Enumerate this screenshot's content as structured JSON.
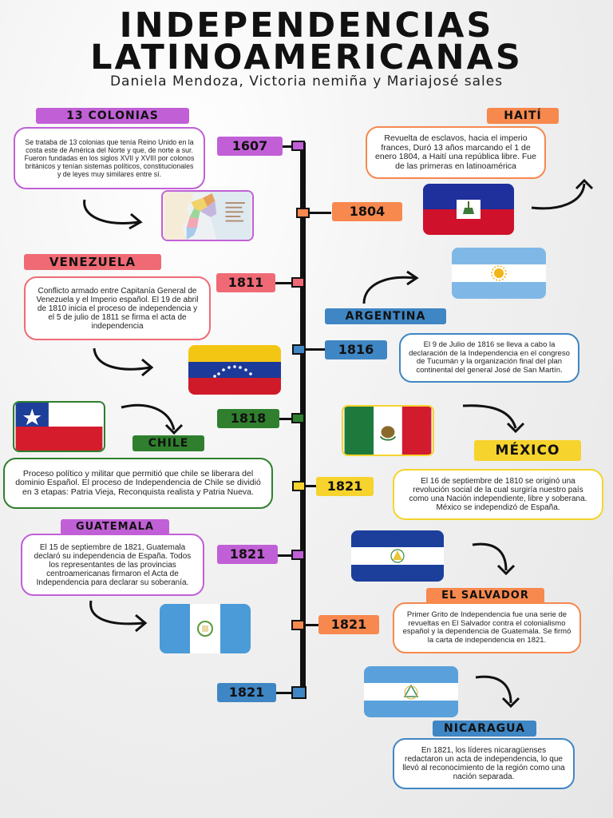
{
  "header": {
    "title_line1": "INDEPENDENCIAS",
    "title_line2": "LATINOAMERICANAS",
    "subtitle": "Daniela  Mendoza, Victoria nemiña y Mariajosé sales"
  },
  "colors": {
    "purple": "#c160d6",
    "orange": "#f7884e",
    "red": "#f06a75",
    "blue": "#3f86c4",
    "green": "#2f7f2e",
    "yellow": "#f6d32d"
  },
  "events": [
    {
      "country": "13 COLONIAS",
      "year": "1607",
      "color": "purple",
      "flag_icon": "colonial-map-icon",
      "text": "Se trataba de 13 colonias que tenía Reino Unido en la costa este de América del Norte y que, de norte a sur. Fueron fundadas en los siglos XVII y XVIII por colonos británicos y tenían sistemas políticos, constitucionales y de leyes muy similares entre sí."
    },
    {
      "country": "HAITÍ",
      "year": "1804",
      "color": "orange",
      "flag_icon": "haiti-flag-icon",
      "text": "Revuelta de esclavos, hacia el imperio frances, Duró 13 años marcando el 1 de enero 1804, a Haití una república libre. Fue de las primeras en latinoamérica"
    },
    {
      "country": "VENEZUELA",
      "year": "1811",
      "color": "red",
      "flag_icon": "venezuela-flag-icon",
      "text": "Conflicto armado entre  Capitanía General de Venezuela y el Imperio español. El 19 de abril de 1810 inicia el proceso de independencia y el 5 de julio de 1811 se firma el acta de independencia"
    },
    {
      "country": "ARGENTINA",
      "year": "1816",
      "color": "blue",
      "flag_icon": "argentina-flag-icon",
      "text": "El 9 de Julio de 1816 se lleva a cabo la declaración de la Independencia en el congreso de Tucumán y la organización final del plan continental del general José de San Martín."
    },
    {
      "country": "CHILE",
      "year": "1818",
      "color": "green",
      "flag_icon": "chile-flag-icon",
      "text": "Proceso político y militar que permitió que chile se liberara del dominio Español. El proceso de Independencia de Chile se dividió en 3 etapas: Patria Vieja, Reconquista realista y Patria Nueva."
    },
    {
      "country": "MÉXICO",
      "year": "1821",
      "color": "yellow",
      "flag_icon": "mexico-flag-icon",
      "text": "El 16 de septiembre de 1810 se originó una revolución social de la cual surgiría nuestro país como una Nación independiente, libre y soberana. México se independizó de España."
    },
    {
      "country": "GUATEMALA",
      "year": "1821",
      "color": "purple",
      "flag_icon": "guatemala-flag-icon",
      "text": "El 15 de septiembre de 1821, Guatemala declaró su independencia de España. Todos los representantes de las provincias centroamericanas firmaron el Acta de Independencia para declarar su soberanía."
    },
    {
      "country": "EL SALVADOR",
      "year": "1821",
      "color": "orange",
      "flag_icon": "el-salvador-flag-icon",
      "text": "Primer Grito de Independencia fue una serie de revueltas en El Salvador contra el colonialismo español y la dependencia de Guatemala. Se firmó la carta de independencia en 1821."
    },
    {
      "country": "NICARAGUA",
      "year": "1821",
      "color": "blue",
      "flag_icon": "nicaragua-flag-icon",
      "text": "En 1821, los líderes nicaragüenses redactaron un acta de independencia, lo que llevó al reconocimiento de la región como una nación separada."
    }
  ]
}
